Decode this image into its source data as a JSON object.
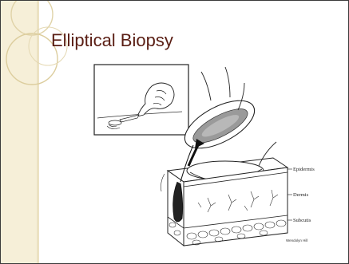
{
  "slide": {
    "title": "Elliptical Biopsy"
  },
  "figure": {
    "labels": {
      "epidermis": "Epidermis",
      "dermis": "Dermis",
      "subcutis": "Subcutis"
    },
    "credit": "Wendolyn Hill"
  },
  "colors": {
    "title": "#5a1e14",
    "strip": "#f6efd8",
    "border": "#3a3a3a"
  }
}
